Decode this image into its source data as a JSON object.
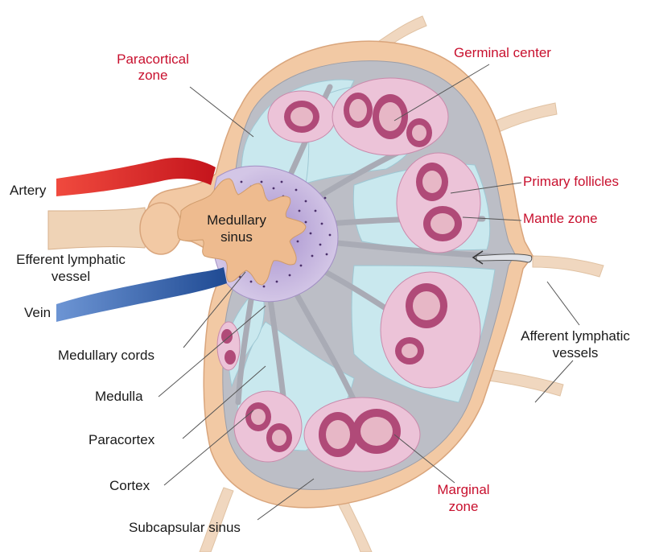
{
  "labels": {
    "paracortical_zone": "Paracortical\nzone",
    "germinal_center": "Germinal center",
    "artery": "Artery",
    "medullary_sinus": "Medullary\nsinus",
    "primary_follicles": "Primary follicles",
    "mantle_zone": "Mantle zone",
    "efferent_lymphatic_vessel": "Efferent lymphatic\nvessel",
    "vein": "Vein",
    "afferent_lymphatic_vessels": "Afferent lymphatic\nvessels",
    "medullary_cords": "Medullary cords",
    "medulla": "Medulla",
    "paracortex": "Paracortex",
    "cortex": "Cortex",
    "marginal_zone": "Marginal\nzone",
    "subcapsular_sinus": "Subcapsular sinus"
  },
  "colors": {
    "label_red": "#c8102e",
    "capsule": "#f2c9a4",
    "subcapsular_sinus": "#bdbfc7",
    "paracortex": "#c9e8ee",
    "medulla": "#c8b6dc",
    "follicle_outer": "#ecc3d8",
    "follicle_mantle": "#b04a78",
    "germinal_center": "#e7b7c6",
    "artery": "#d91f26",
    "vein": "#2f5ea8",
    "vessel_tan": "#efd3b6"
  }
}
